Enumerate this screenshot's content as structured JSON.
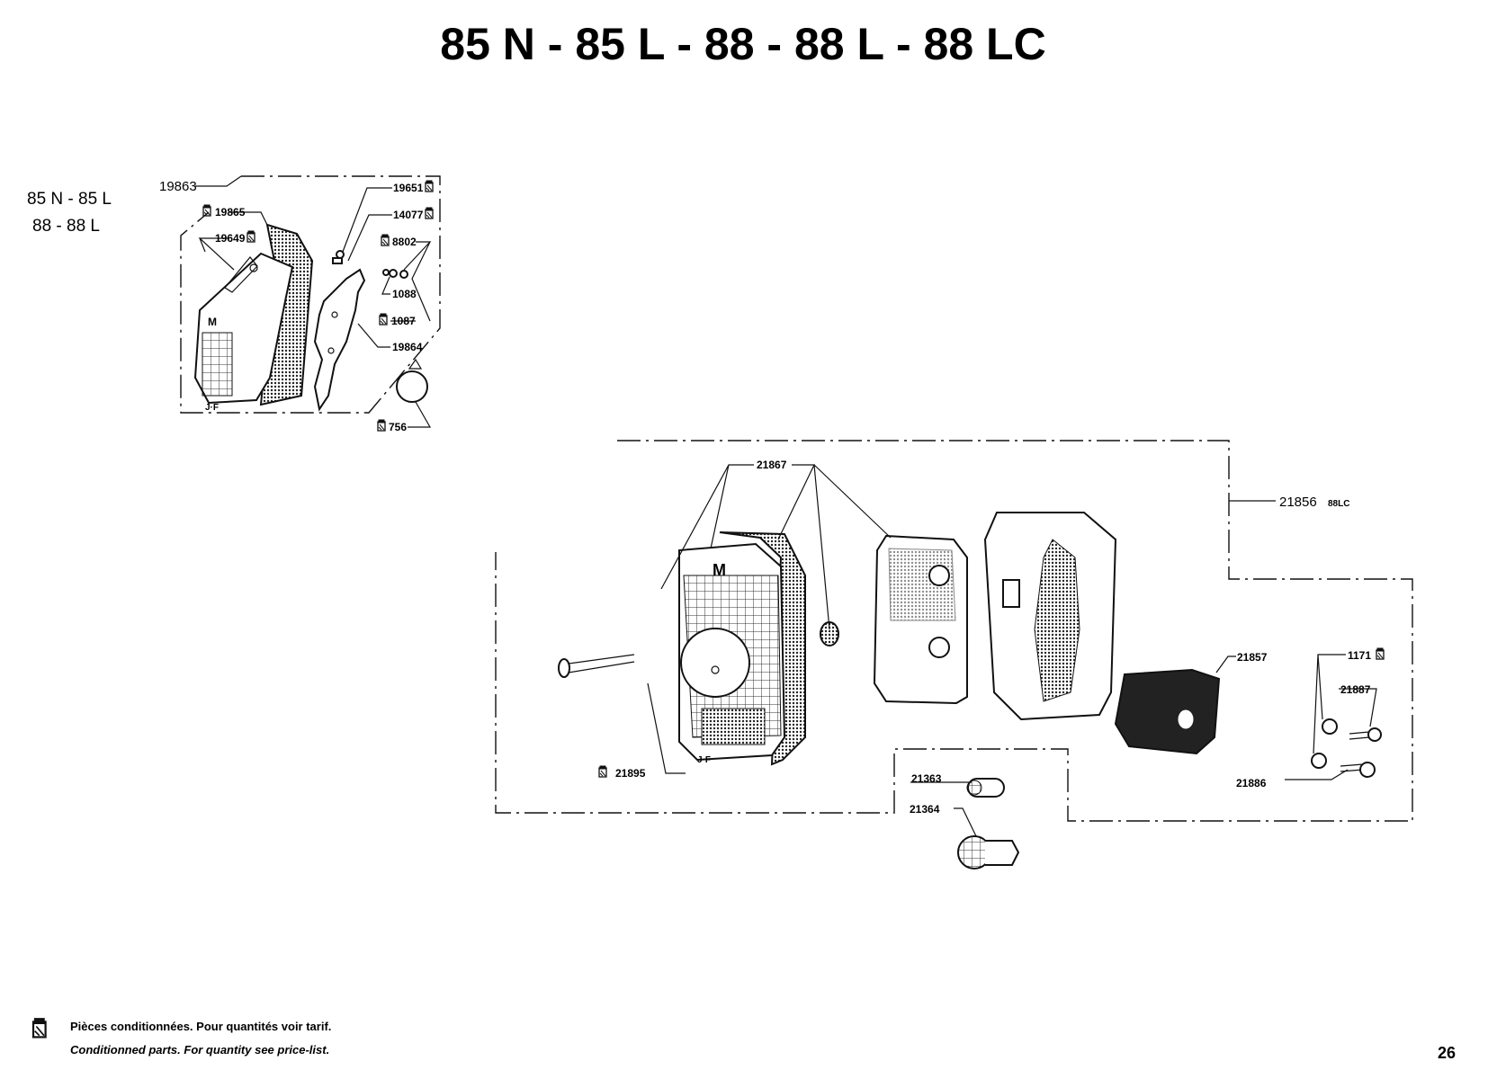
{
  "header": {
    "title": "85 N  -  85 L  -  88  -  88 L  -  88 LC"
  },
  "small_diagram": {
    "models_line1": "85 N  -  85 L",
    "models_line2": "88  -  88 L",
    "labels": {
      "p19863": "19863",
      "p19865": "19865",
      "p19649": "19649",
      "p19651": "19651",
      "p14077": "14077",
      "p8802": "8802",
      "p1088": "1088",
      "p1087": "1087",
      "p19864": "19864",
      "p756": "756"
    },
    "emblem": "M",
    "mark": "J·F"
  },
  "large_diagram": {
    "labels": {
      "p21867": "21867",
      "p21856": "21856",
      "p21856_note": "88LC",
      "p21857": "21857",
      "p1171": "1171",
      "p21887": "21887",
      "p21886": "21886",
      "p21895": "21895",
      "p21363": "21363",
      "p21364": "21364"
    },
    "emblem": "M",
    "mark": "J·F"
  },
  "footer": {
    "note_fr": "Pièces conditionnées. Pour quantités voir tarif.",
    "note_en": "Conditionned parts. For quantity see price-list.",
    "page_number": "26",
    "icon": "conditioned-parts-icon"
  }
}
